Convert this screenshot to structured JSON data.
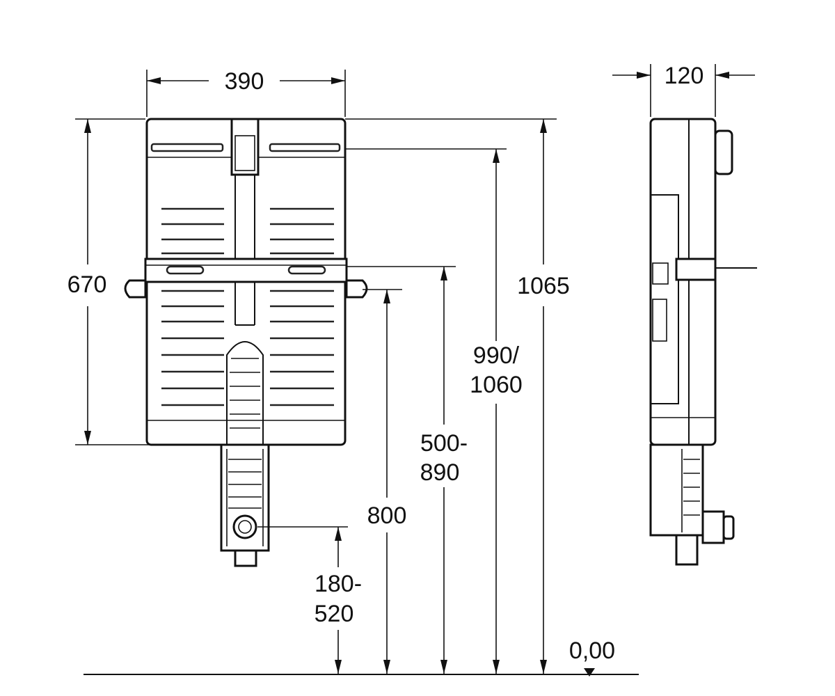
{
  "dimensions": {
    "width_front": "390",
    "depth_side": "120",
    "height_frame": "670",
    "height_total": "1065",
    "height_flush": "990/\n1060",
    "height_flush_line1": "990/",
    "height_flush_line2": "1060",
    "height_bracket_line1": "500-",
    "height_bracket_line2": "890",
    "height_800": "800",
    "height_outlet_line1": "180-",
    "height_outlet_line2": "520",
    "floor_level": "0,00"
  },
  "colors": {
    "line": "#111111",
    "background": "#ffffff"
  }
}
